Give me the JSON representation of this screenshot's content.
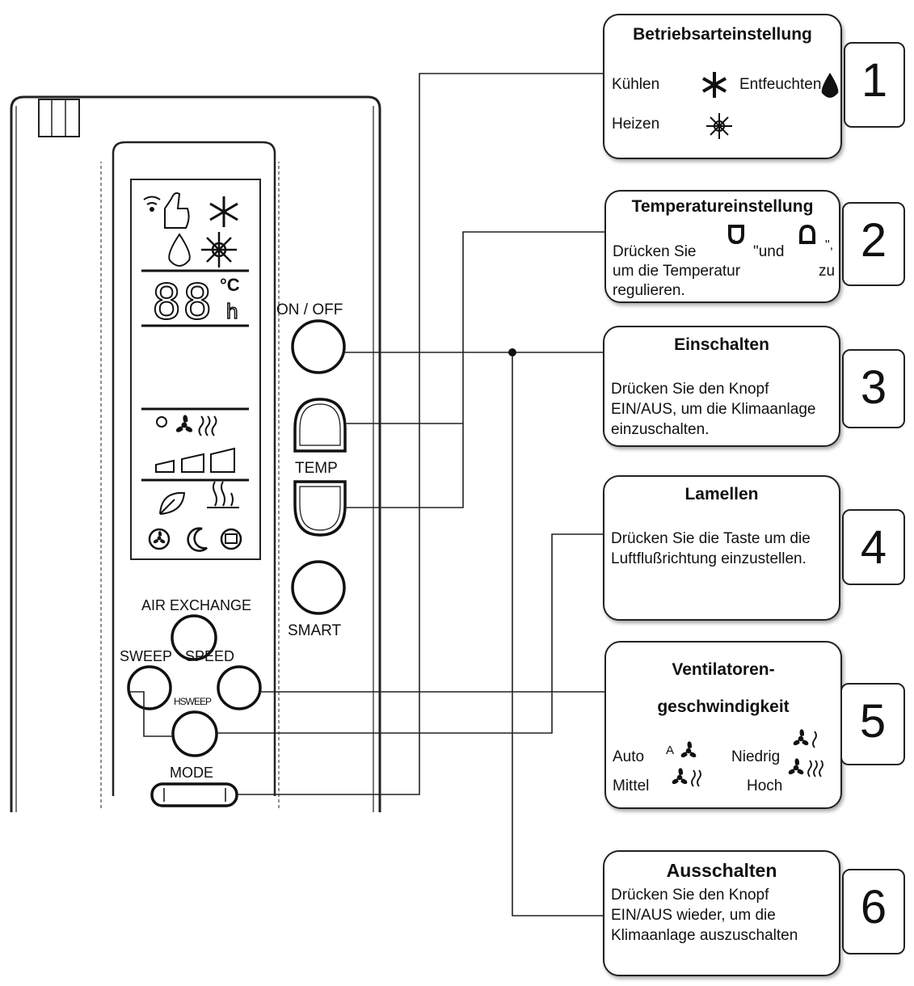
{
  "remote": {
    "on_off_label": "ON / OFF",
    "temp_label": "TEMP",
    "smart_label": "SMART",
    "air_exchange_label": "AIR EXCHANGE",
    "sweep_label": "SWEEP",
    "speed_label": "SPEED",
    "hsweep_label": "HSWEEP",
    "mode_label": "MODE",
    "display": {
      "digits": "88",
      "unit_celsius": "°C",
      "unit_hours": "h"
    }
  },
  "callouts": [
    {
      "number": "1",
      "title": "Betriebsarteinstellung",
      "labels": {
        "cool": "Kühlen",
        "dry": "Entfeuchten",
        "heat": "Heizen"
      }
    },
    {
      "number": "2",
      "title": "Temperatureinstellung",
      "line1a": "Drücken Sie",
      "line1b": "\"",
      "line1c": "\"und",
      "line1d": "\",",
      "line2a": "um die Temperatur",
      "line2b": "zu",
      "line3": "regulieren."
    },
    {
      "number": "3",
      "title": "Einschalten",
      "body": "Drücken Sie den Knopf EIN/AUS, um die Klimaanlage einzuschalten."
    },
    {
      "number": "4",
      "title": "Lamellen",
      "body": "Drücken Sie die Taste um die Luftflußrichtung einzustellen."
    },
    {
      "number": "5",
      "title1": "Ventilatoren-",
      "title2": "geschwindigkeit",
      "labels": {
        "auto": "Auto",
        "auto_mark": "A",
        "low": "Niedrig",
        "mid": "Mittel",
        "high": "Hoch"
      }
    },
    {
      "number": "6",
      "title": "Ausschalten",
      "body": "Drücken Sie den Knopf EIN/AUS wieder, um die Klimaanlage auszuschalten"
    }
  ]
}
